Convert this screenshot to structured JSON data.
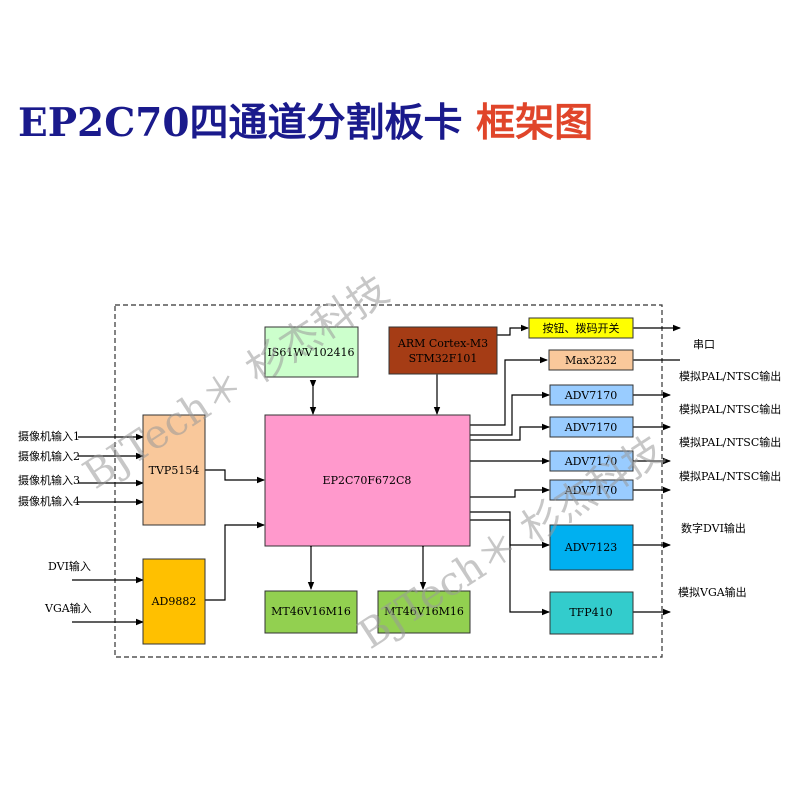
{
  "title": {
    "main": "EP2C70四通道分割板卡",
    "highlight": "框架图",
    "main_color": "#1a1a8c",
    "highlight_color": "#e0452a"
  },
  "blocks": {
    "tvp5154": {
      "label": "TVP5154",
      "color": "#f9c89b"
    },
    "ad9882": {
      "label": "AD9882",
      "color": "#ffc000"
    },
    "is61wv": {
      "label": "IS61WV102416",
      "color": "#ccffcc"
    },
    "arm": {
      "label": "ARM Cortex-M3",
      "label2": "STM32F101",
      "color": "#a53c15"
    },
    "fpga": {
      "label": "EP2C70F672C8",
      "color": "#ff99cc"
    },
    "sdram1": {
      "label": "MT46V16M16",
      "color": "#92d050"
    },
    "sdram2": {
      "label": "MT46V16M16",
      "color": "#92d050"
    },
    "keys": {
      "label": "按钮、拨码开关",
      "color": "#ffff00"
    },
    "max3232": {
      "label": "Max3232",
      "color": "#f9c89b"
    },
    "adv7170_1": {
      "label": "ADV7170",
      "color": "#99ccff"
    },
    "adv7170_2": {
      "label": "ADV7170",
      "color": "#99ccff"
    },
    "adv7170_3": {
      "label": "ADV7170",
      "color": "#99ccff"
    },
    "adv7170_4": {
      "label": "ADV7170",
      "color": "#99ccff"
    },
    "adv7123": {
      "label": "ADV7123",
      "color": "#00b0f0"
    },
    "tfp410": {
      "label": "TFP410",
      "color": "#33cccc"
    }
  },
  "inputs": {
    "cam1": "摄像机输入1",
    "cam2": "摄像机输入2",
    "cam3": "摄像机输入3",
    "cam4": "摄像机输入4",
    "dvi": "DVI输入",
    "vga": "VGA输入"
  },
  "outputs": {
    "serial": "串口",
    "pal1": "模拟PAL/NTSC输出",
    "pal2": "模拟PAL/NTSC输出",
    "pal3": "模拟PAL/NTSC输出",
    "pal4": "模拟PAL/NTSC输出",
    "dvi_out": "数字DVI输出",
    "vga_out": "模拟VGA输出"
  },
  "watermark": {
    "text1": "BJTech＊ 杉杰科技",
    "text2": "BJTech＊ 杉杰科技"
  }
}
